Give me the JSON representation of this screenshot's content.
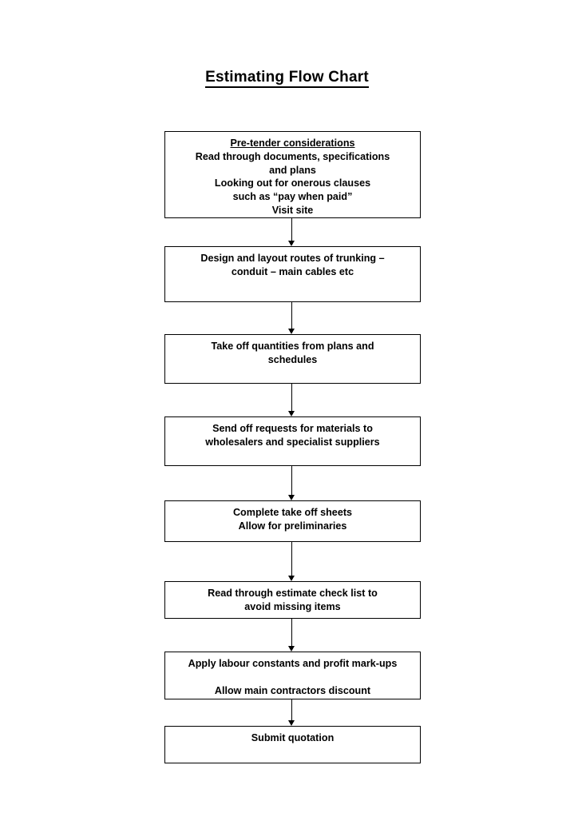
{
  "document": {
    "title": "Estimating Flow Chart",
    "background_color": "#ffffff",
    "text_color": "#000000",
    "line_color": "#000000"
  },
  "chart_data": {
    "type": "flowchart",
    "title": "Estimating Flow Chart",
    "orientation": "top-to-bottom",
    "node_count": 8,
    "connector_count": 7,
    "nodes": [
      {
        "id": "pre-tender-considerations",
        "lines": [
          {
            "text": "Pre-tender considerations",
            "underline": true
          },
          {
            "text": "Read through documents, specifications",
            "underline": false
          },
          {
            "text": "and plans",
            "underline": false
          },
          {
            "text": "Looking out for onerous clauses",
            "underline": false
          },
          {
            "text": "such as “pay when paid”",
            "underline": false
          },
          {
            "text": "Visit site",
            "underline": false
          }
        ]
      },
      {
        "id": "design-and-layout-routes",
        "lines": [
          {
            "text": "Design and layout routes of trunking –",
            "underline": false
          },
          {
            "text": "conduit – main cables etc",
            "underline": false
          }
        ]
      },
      {
        "id": "take-off-quantities",
        "lines": [
          {
            "text": "Take off quantities from plans and",
            "underline": false
          },
          {
            "text": "schedules",
            "underline": false
          }
        ]
      },
      {
        "id": "send-off-requests",
        "lines": [
          {
            "text": "Send off requests for materials to",
            "underline": false
          },
          {
            "text": "wholesalers and specialist suppliers",
            "underline": false
          }
        ]
      },
      {
        "id": "complete-take-off-sheets",
        "lines": [
          {
            "text": "Complete take off sheets",
            "underline": false
          },
          {
            "text": "Allow for preliminaries",
            "underline": false
          }
        ]
      },
      {
        "id": "read-through-estimate-check-list",
        "lines": [
          {
            "text": "Read through estimate check list to",
            "underline": false
          },
          {
            "text": "avoid missing items",
            "underline": false
          }
        ]
      },
      {
        "id": "apply-labour-constants",
        "lines": [
          {
            "text": "Apply labour constants and profit mark-ups",
            "underline": false
          },
          {
            "text": "",
            "underline": false
          },
          {
            "text": "Allow main contractors discount",
            "underline": false
          }
        ]
      },
      {
        "id": "submit-quotation",
        "lines": [
          {
            "text": "Submit quotation",
            "underline": false
          }
        ]
      }
    ],
    "edges": [
      {
        "from": "pre-tender-considerations",
        "to": "design-and-layout-routes",
        "arrow": "down"
      },
      {
        "from": "design-and-layout-routes",
        "to": "take-off-quantities",
        "arrow": "down"
      },
      {
        "from": "take-off-quantities",
        "to": "send-off-requests",
        "arrow": "down"
      },
      {
        "from": "send-off-requests",
        "to": "complete-take-off-sheets",
        "arrow": "down"
      },
      {
        "from": "complete-take-off-sheets",
        "to": "read-through-estimate-check-list",
        "arrow": "down"
      },
      {
        "from": "read-through-estimate-check-list",
        "to": "apply-labour-constants",
        "arrow": "down"
      },
      {
        "from": "apply-labour-constants",
        "to": "submit-quotation",
        "arrow": "down"
      }
    ]
  },
  "nodes": {
    "n0": {
      "l0": "Pre-tender considerations",
      "l1": "Read through documents, specifications",
      "l2": "and plans",
      "l3": "Looking out for onerous clauses",
      "l4": "such as “pay when paid”",
      "l5": "Visit site"
    },
    "n1": {
      "l0": "Design and layout routes of trunking –",
      "l1": "conduit – main cables etc"
    },
    "n2": {
      "l0": "Take off quantities from plans and",
      "l1": "schedules"
    },
    "n3": {
      "l0": "Send off requests for materials to",
      "l1": "wholesalers and specialist suppliers"
    },
    "n4": {
      "l0": "Complete take off sheets",
      "l1": "Allow for preliminaries"
    },
    "n5": {
      "l0": "Read through estimate check list to",
      "l1": "avoid missing items"
    },
    "n6": {
      "l0": "Apply labour constants and profit mark-ups",
      "l1": "Allow main contractors discount"
    },
    "n7": {
      "l0": "Submit quotation"
    }
  }
}
